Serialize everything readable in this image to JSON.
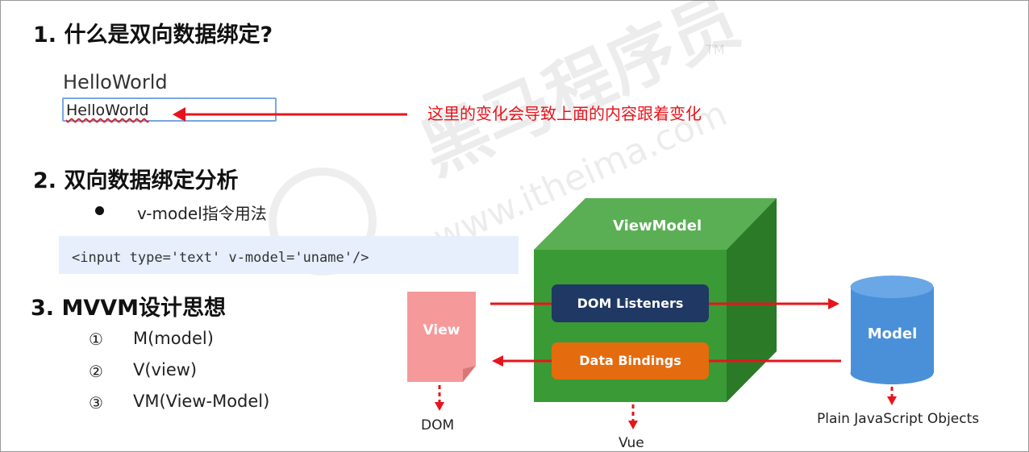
{
  "section1": {
    "title": "1. 什么是双向数据绑定?",
    "display_text": "HelloWorld",
    "input_value": "HelloWorld",
    "annotation": "这里的变化会导致上面的内容跟着变化"
  },
  "section2": {
    "title": "2. 双向数据绑定分析",
    "bullet": "v-model指令用法",
    "code": "<input type='text' v-model='uname'/>"
  },
  "section3": {
    "title": "3. MVVM设计思想",
    "items": [
      {
        "marker": "①",
        "text": "M(model)"
      },
      {
        "marker": "②",
        "text": "V(view)"
      },
      {
        "marker": "③",
        "text": "VM(View-Model)"
      }
    ]
  },
  "diagram": {
    "viewmodel": "ViewModel",
    "dom_listeners": "DOM Listeners",
    "data_bindings": "Data Bindings",
    "view": "View",
    "model": "Model",
    "dom": "DOM",
    "vue": "Vue",
    "plain_js": "Plain JavaScript Objects"
  },
  "watermark": {
    "brand": "黑马程序员",
    "url": "www.itheima.com",
    "tm": "TM"
  },
  "colors": {
    "arrow_red": "#e8141b",
    "cube_front": "#3a9a35",
    "cube_top": "#5aaf55",
    "cube_side": "#2b7a27",
    "dom_listeners_bg": "#1f3864",
    "data_bindings_bg": "#e56b0f",
    "view_bg": "#f5999a",
    "model_bg": "#4a90d9",
    "code_bg": "#e6effb"
  }
}
